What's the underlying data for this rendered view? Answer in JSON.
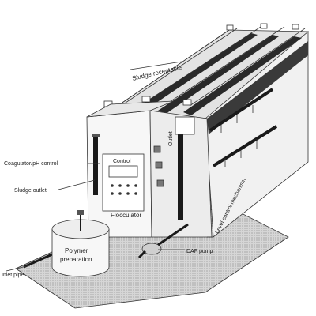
{
  "labels": {
    "sludge_receptacle": "Sludge receptacle",
    "coagulator_ph_control": "Coagulator/pH control",
    "sludge_outlet": "Sludge outlet",
    "control": "Control",
    "flocculator": "Flocculator",
    "outlet": "Outlet",
    "level_control": "Level control mechanism",
    "dafpump": "DAF pump",
    "polymer_line1": "Polymer",
    "polymer_line2": "preparation",
    "inlet_pipe": "Inlet pipe"
  },
  "colors": {
    "line": "#333333",
    "floor": "#bdbdbd",
    "dark_pipe": "#1a1a1a",
    "tank_fill": "#f4f4f4"
  }
}
